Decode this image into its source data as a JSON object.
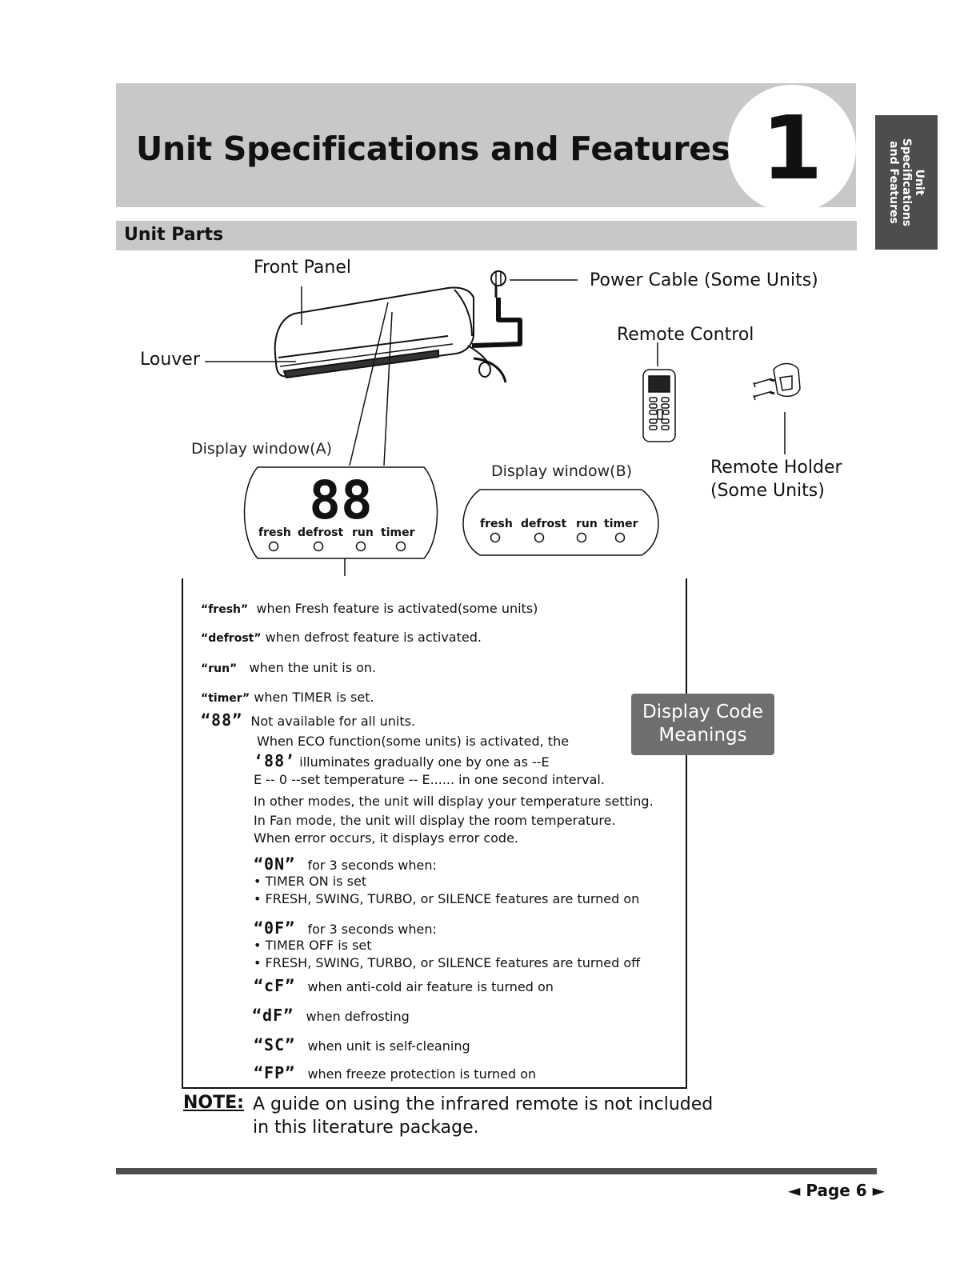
{
  "header": {
    "title": "Unit Specifications and Features",
    "chapter_number": "1",
    "side_tab_line1": "Unit",
    "side_tab_line2": "Specifications",
    "side_tab_line3": "and Features"
  },
  "section": {
    "title": "Unit Parts"
  },
  "diagram": {
    "labels": {
      "front_panel": "Front Panel",
      "power_cable": "Power Cable (Some Units)",
      "remote_control": "Remote Control",
      "louver": "Louver",
      "display_window_a": "Display window(A)",
      "display_window_b": "Display window(B)",
      "remote_holder_1": "Remote Holder",
      "remote_holder_2": "(Some Units)"
    },
    "panel_a": {
      "digits": "88",
      "indicators": [
        "fresh",
        "defrost",
        "run",
        "timer"
      ]
    },
    "panel_b": {
      "indicators": [
        "fresh",
        "defrost",
        "run",
        "timer"
      ]
    }
  },
  "badge": {
    "line1": "Display Code",
    "line2": "Meanings"
  },
  "legend": {
    "fresh_token": "“fresh”",
    "fresh_text": "when Fresh feature is activated(some units)",
    "defrost_token": "“defrost”",
    "defrost_text": "when defrost feature is activated.",
    "run_token": "“run”",
    "run_text": "when the unit is on.",
    "timer_token": "“timer”",
    "timer_text": "when TIMER is set.",
    "digits_token": "“88”",
    "digits_line1": "Not available for all units.",
    "digits_line2": "When ECO function(some units) is activated, the",
    "digits_line3_token": "‘88’",
    "digits_line3": "illuminates gradually one by one as --E",
    "digits_line4": "E -- 0 --set temperature -- E...... in one second interval.",
    "digits_line5": "In other modes, the unit will display your temperature setting.",
    "digits_line6": "In Fan mode, the unit will display the room temperature.",
    "digits_line7": "When error occurs, it displays error code.",
    "on_token": "“0N”",
    "on_text": "for 3 seconds when:",
    "on_bullet1": "• TIMER ON is set",
    "on_bullet2": "• FRESH, SWING, TURBO, or SILENCE features are turned on",
    "of_token": "“0F”",
    "of_text": "for 3 seconds when:",
    "of_bullet1": "• TIMER OFF is set",
    "of_bullet2": "• FRESH, SWING, TURBO, or SILENCE features are turned off",
    "cf_token": "“cF”",
    "cf_text": "when anti-cold air feature is turned on",
    "df_token": "“dF”",
    "df_text": "when defrosting",
    "sc_token": "“SC”",
    "sc_text": "when unit is self-cleaning",
    "fp_token": "“FP”",
    "fp_text": "when freeze protection is turned on"
  },
  "note": {
    "label": "NOTE:",
    "line1": "A guide on using the infrared remote is not included",
    "line2": "in this literature package."
  },
  "footer": {
    "page_label": "◄ Page 6 ►"
  }
}
